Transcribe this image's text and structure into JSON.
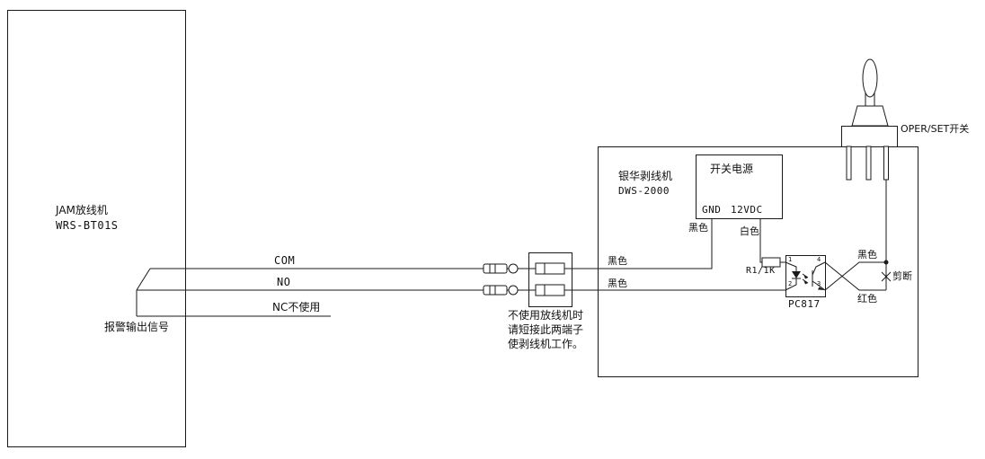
{
  "payoff_machine": {
    "name_line1": "JAM放线机",
    "name_line2": "WRS-BT01S",
    "alarm_label": "报警输出信号",
    "wires": {
      "com": "COM",
      "no": "NO",
      "nc": "NC不使用"
    }
  },
  "jumper_note": {
    "line1": "不使用放线机时",
    "line2": "请短接此两端子",
    "line3": "使剥线机工作。"
  },
  "stripper_machine": {
    "name_line1": "银华剥线机",
    "name_line2": "DWS-2000",
    "input_wire_top": "黑色",
    "input_wire_bottom": "黑色",
    "psu": {
      "title": "开关电源",
      "gnd": "GND",
      "v12": "12VDC",
      "gnd_wire": "黑色",
      "v12_wire": "白色"
    },
    "resistor": "R1/1K",
    "optocoupler": {
      "name": "PC817",
      "pin1": "1",
      "pin2": "2",
      "pin3": "3",
      "pin4": "4"
    },
    "switch_wire_black": "黑色",
    "switch_wire_red": "红色",
    "cut_label": "剪断"
  },
  "oper_switch": {
    "label": "OPER/SET开关"
  },
  "colors": {
    "line": "#1a1a1a",
    "background": "#ffffff"
  }
}
